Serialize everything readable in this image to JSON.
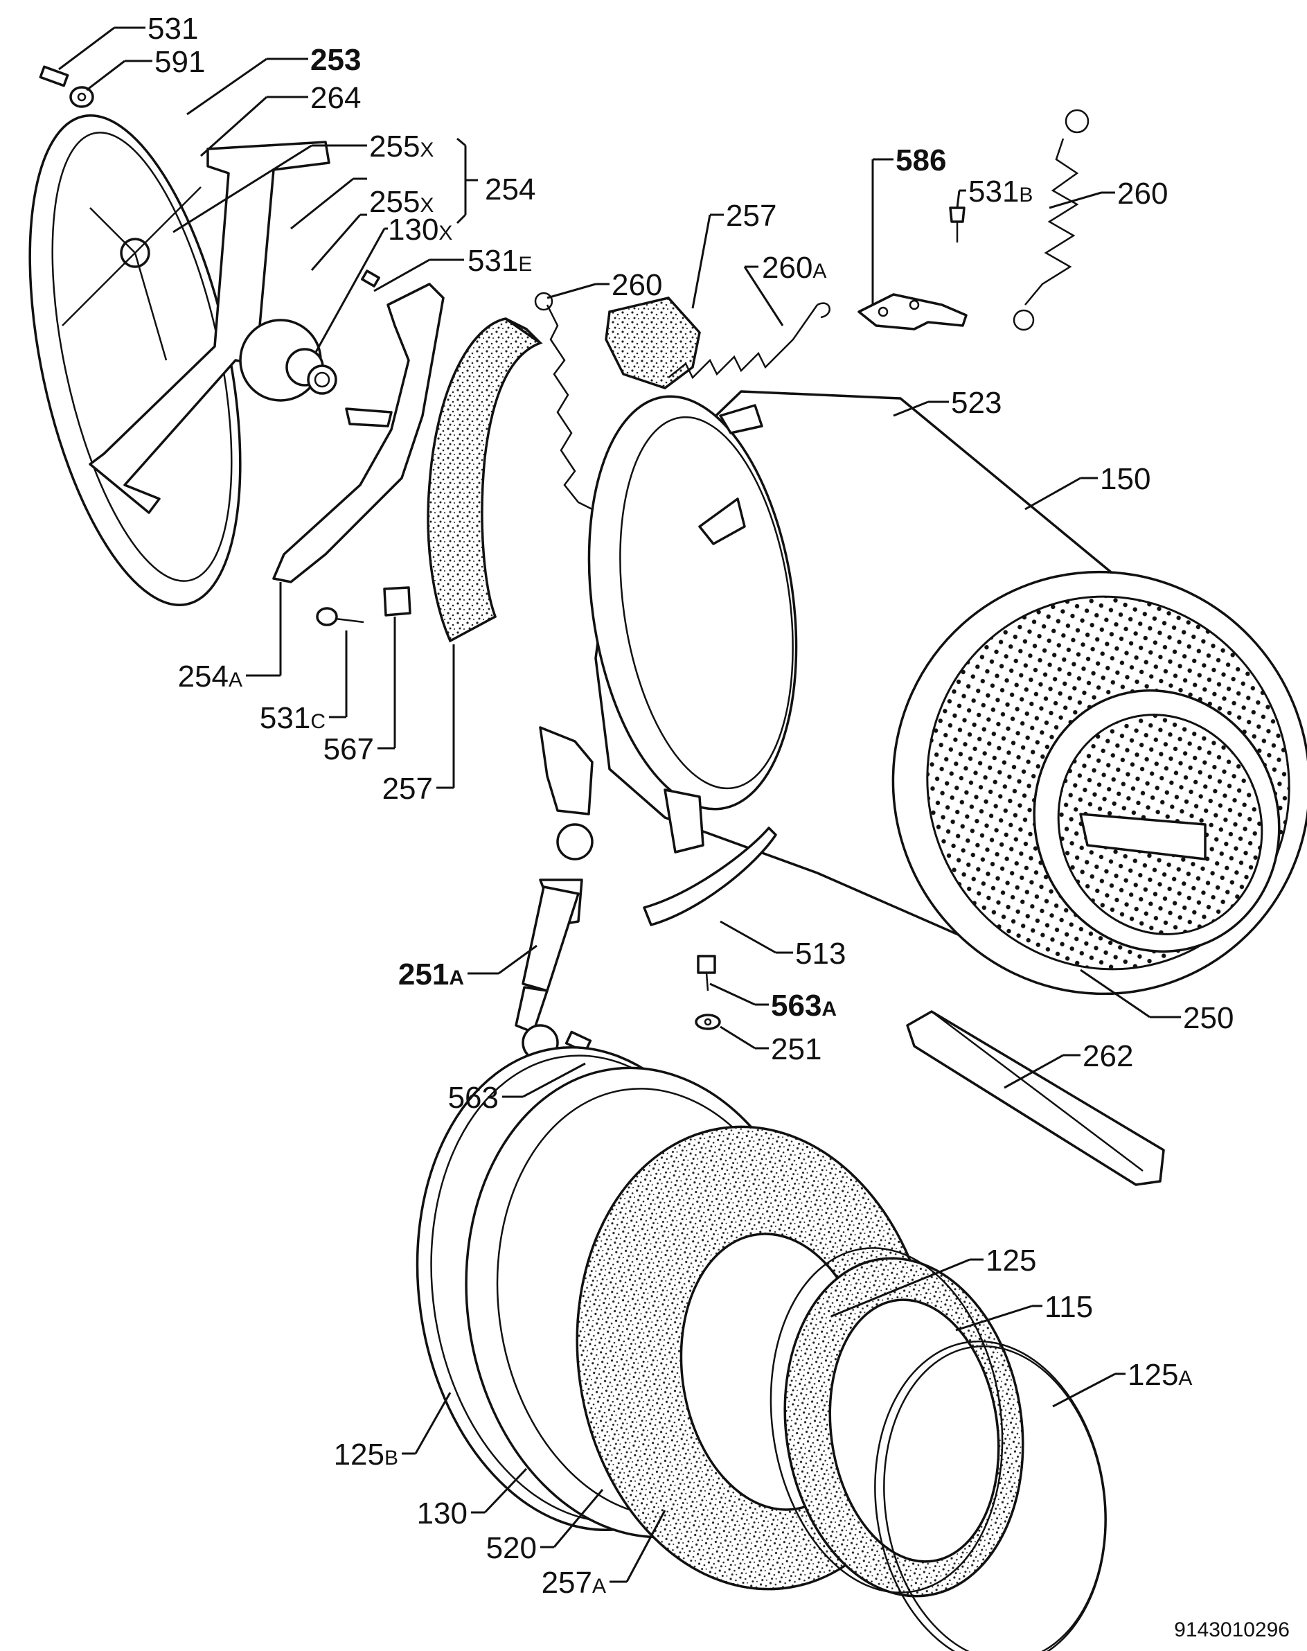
{
  "document_id": "9143010296",
  "callouts": [
    {
      "id": "c531",
      "num": "531",
      "suf": ""
    },
    {
      "id": "c591",
      "num": "591",
      "suf": ""
    },
    {
      "id": "c253",
      "num": "253",
      "suf": ""
    },
    {
      "id": "c264",
      "num": "264",
      "suf": ""
    },
    {
      "id": "c255a",
      "num": "255",
      "suf": "X"
    },
    {
      "id": "c254",
      "num": "254",
      "suf": ""
    },
    {
      "id": "c255b",
      "num": "255",
      "suf": "X"
    },
    {
      "id": "c130x",
      "num": "130",
      "suf": "X"
    },
    {
      "id": "c531e",
      "num": "531",
      "suf": "E"
    },
    {
      "id": "c260l",
      "num": "260",
      "suf": ""
    },
    {
      "id": "c257t",
      "num": "257",
      "suf": ""
    },
    {
      "id": "c260a",
      "num": "260",
      "suf": "A"
    },
    {
      "id": "c586",
      "num": "586",
      "suf": ""
    },
    {
      "id": "c531b",
      "num": "531",
      "suf": "B"
    },
    {
      "id": "c260r",
      "num": "260",
      "suf": ""
    },
    {
      "id": "c523",
      "num": "523",
      "suf": ""
    },
    {
      "id": "c150",
      "num": "150",
      "suf": ""
    },
    {
      "id": "c254a",
      "num": "254",
      "suf": "A"
    },
    {
      "id": "c531c",
      "num": "531",
      "suf": "C"
    },
    {
      "id": "c567",
      "num": "567",
      "suf": ""
    },
    {
      "id": "c257l",
      "num": "257",
      "suf": ""
    },
    {
      "id": "c513",
      "num": "513",
      "suf": ""
    },
    {
      "id": "c251a",
      "num": "251",
      "suf": "A"
    },
    {
      "id": "c563a",
      "num": "563",
      "suf": "A"
    },
    {
      "id": "c250",
      "num": "250",
      "suf": ""
    },
    {
      "id": "c251",
      "num": "251",
      "suf": ""
    },
    {
      "id": "c262",
      "num": "262",
      "suf": ""
    },
    {
      "id": "c563",
      "num": "563",
      "suf": ""
    },
    {
      "id": "c125",
      "num": "125",
      "suf": ""
    },
    {
      "id": "c115",
      "num": "115",
      "suf": ""
    },
    {
      "id": "c125a",
      "num": "125",
      "suf": "A"
    },
    {
      "id": "c125b",
      "num": "125",
      "suf": "B"
    },
    {
      "id": "c130",
      "num": "130",
      "suf": ""
    },
    {
      "id": "c520",
      "num": "520",
      "suf": ""
    },
    {
      "id": "c257a",
      "num": "257",
      "suf": "A"
    }
  ]
}
